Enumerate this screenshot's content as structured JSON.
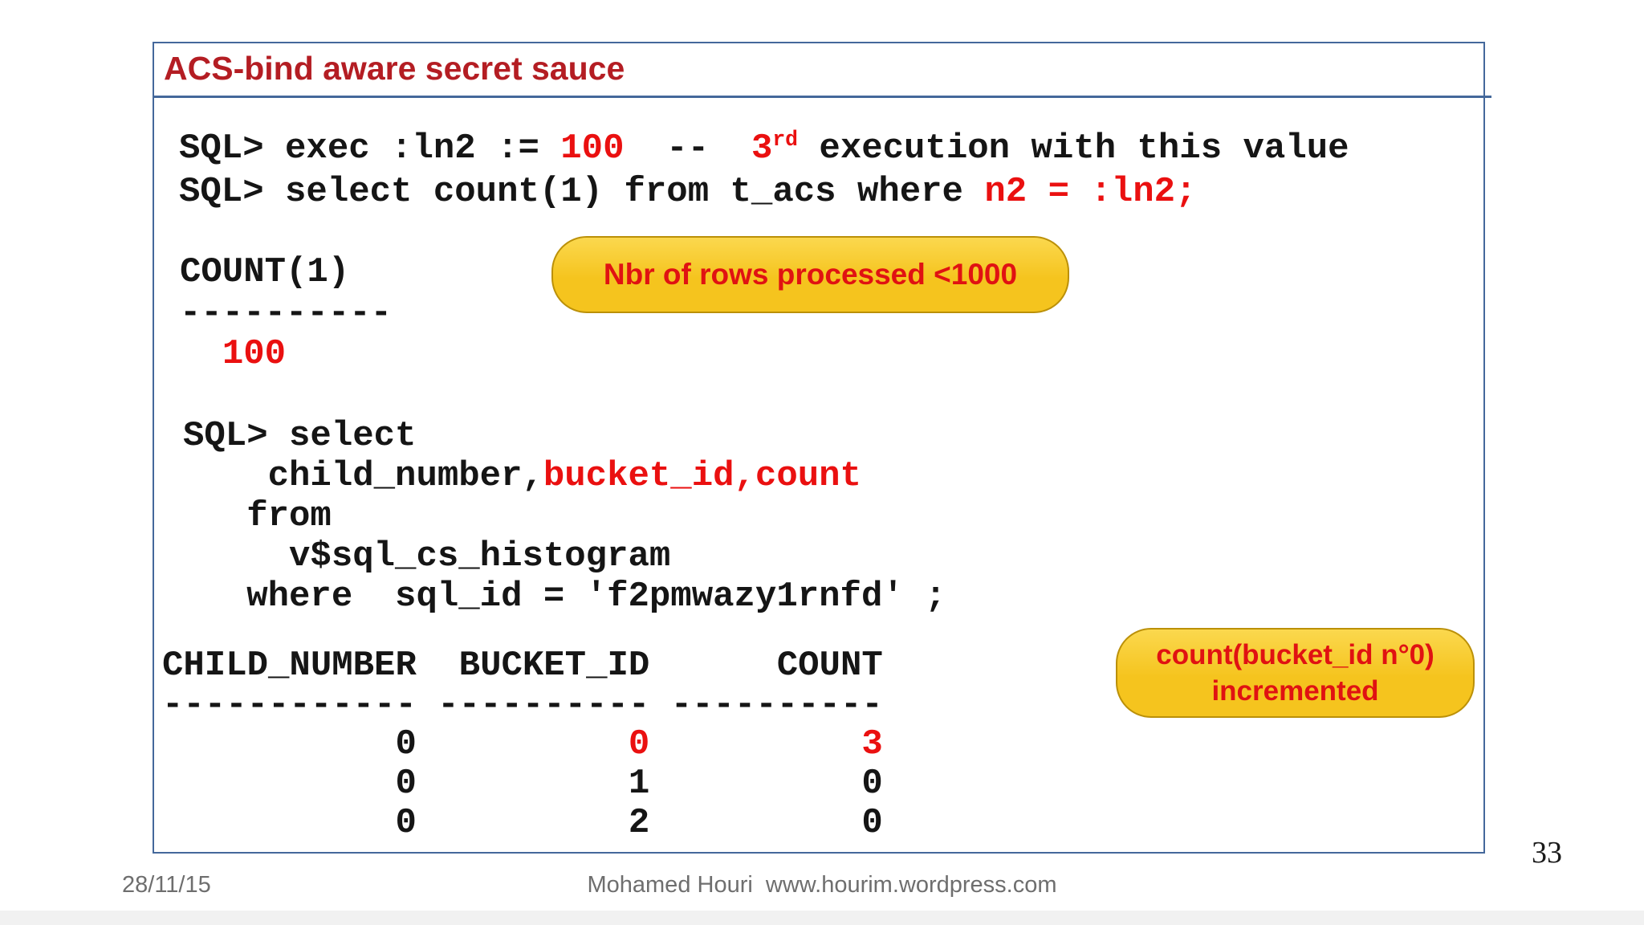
{
  "slide": {
    "title": "ACS-bind aware secret sauce",
    "page_number": "33",
    "footer": {
      "date": "28/11/15",
      "credit": "Mohamed Houri  www.hourim.wordpress.com"
    }
  },
  "colors": {
    "title_red": "#b41d23",
    "code_black": "#151515",
    "code_red": "#ea1010",
    "border_blue": "#44689b",
    "callout_fill": "#f5c41e",
    "callout_fill_light": "#fbd84e",
    "callout_border": "#bb9008",
    "callout_text": "#e01212",
    "footer_gray": "#6e6e6e",
    "page_number_color": "#1a1a1a"
  },
  "terminal": {
    "block1": {
      "lines": [
        [
          {
            "t": "SQL> exec :ln2 := "
          },
          {
            "t": "100",
            "c": "red"
          },
          {
            "t": "  --  "
          },
          {
            "t": "3",
            "c": "red"
          },
          {
            "t": "rd",
            "c": "red",
            "sup": true
          },
          {
            "t": " execution with this value"
          }
        ],
        [
          {
            "t": "SQL> select count(1) from t_acs where "
          },
          {
            "t": "n2 = :ln2;",
            "c": "red"
          }
        ]
      ]
    },
    "result1": {
      "column": "COUNT(1)",
      "value": "100",
      "lines": [
        [
          {
            "t": "COUNT(1)"
          }
        ],
        [
          {
            "t": "----------"
          }
        ],
        [
          {
            "t": "  "
          },
          {
            "t": "100",
            "c": "red"
          }
        ]
      ]
    },
    "block2": {
      "lines": [
        [
          {
            "t": "SQL> select"
          }
        ],
        [
          {
            "t": "    child_number,"
          },
          {
            "t": "bucket_id,count",
            "c": "red"
          }
        ],
        [
          {
            "t": "   from"
          }
        ],
        [
          {
            "t": "     v$sql_cs_histogram"
          }
        ],
        [
          {
            "t": "   where  sql_id = 'f2pmwazy1rnfd' ;"
          }
        ]
      ]
    },
    "result_table": {
      "columns": [
        "CHILD_NUMBER",
        "BUCKET_ID",
        "COUNT"
      ],
      "rows": [
        [
          "0",
          "0",
          "3"
        ],
        [
          "0",
          "1",
          "0"
        ],
        [
          "0",
          "2",
          "0"
        ]
      ],
      "lines": [
        [
          {
            "t": "CHILD_NUMBER  BUCKET_ID      COUNT"
          }
        ],
        [
          {
            "t": "------------ ---------- ----------"
          }
        ],
        [
          {
            "t": "           0          "
          },
          {
            "t": "0",
            "c": "red"
          },
          {
            "t": "          "
          },
          {
            "t": "3",
            "c": "red"
          }
        ],
        [
          {
            "t": "           0          1          0"
          }
        ],
        [
          {
            "t": "           0          2          0"
          }
        ]
      ]
    }
  },
  "callouts": {
    "rows_processed": {
      "text": "Nbr of rows processed <1000"
    },
    "bucket_incremented": {
      "line1": "count(bucket_id n°0)",
      "line2": "incremented"
    }
  }
}
